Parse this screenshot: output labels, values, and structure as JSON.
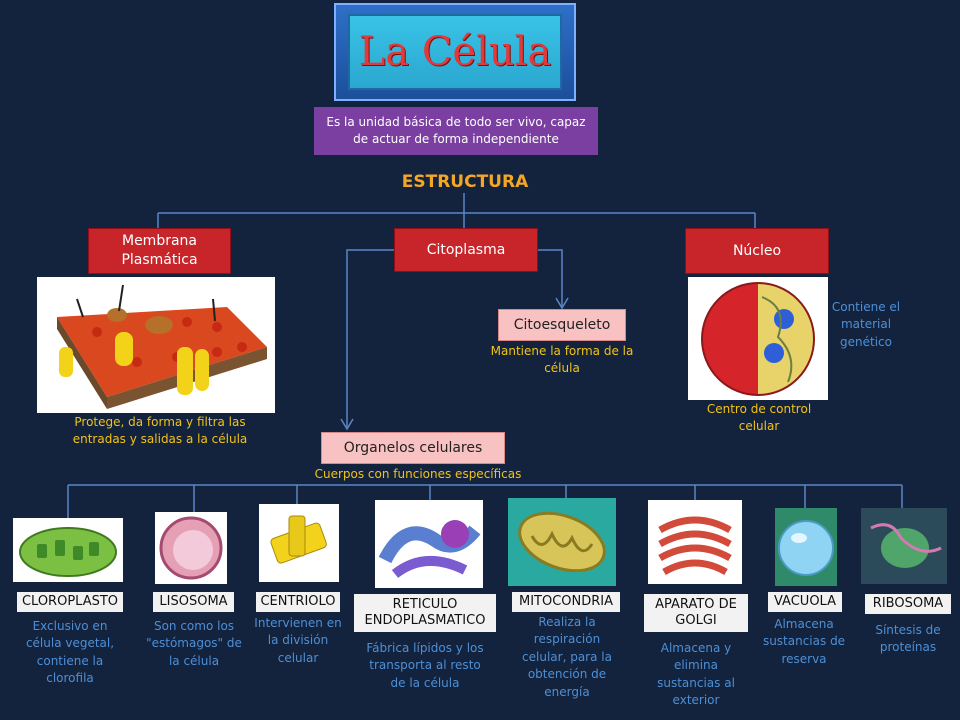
{
  "title": "La Célula",
  "definition": "Es la unidad básica de todo ser vivo, capaz de actuar de forma independiente",
  "estructura": "ESTRUCTURA",
  "membrana": {
    "label": "Membrana Plasmática",
    "description": "Protege, da forma y filtra las entradas y salidas a la célula"
  },
  "citoplasma": {
    "label": "Citoplasma",
    "citoesqueleto": {
      "label": "Citoesqueleto",
      "description": "Mantiene la forma de la célula"
    }
  },
  "nucleo": {
    "label": "Núcleo",
    "side_note": "Contiene el material genético",
    "description": "Centro de control celular"
  },
  "organelos": {
    "label": "Organelos celulares",
    "description": "Cuerpos con funciones específicas",
    "items": [
      {
        "name": "CLOROPLASTO",
        "description": "Exclusivo en célula vegetal, contiene la clorofila"
      },
      {
        "name": "LISOSOMA",
        "description": "Son como los \"estómagos\" de la célula"
      },
      {
        "name": "CENTRIOLO",
        "description": "Intervienen en la división celular"
      },
      {
        "name": "RETICULO ENDOPLASMATICO",
        "description": "Fábrica lípidos y los transporta al resto de la célula"
      },
      {
        "name": "MITOCONDRIA",
        "description": "Realiza la respiración celular, para la obtención de energía"
      },
      {
        "name": "APARATO DE GOLGI",
        "description": "Almacena y elimina sustancias al exterior"
      },
      {
        "name": "VACUOLA",
        "description": "Almacena sustancias de reserva"
      },
      {
        "name": "RIBOSOMA",
        "description": "Síntesis de proteínas"
      }
    ]
  },
  "colors": {
    "background": "#13233d",
    "red_box": "#c8252a",
    "pink_box": "#f8c2c2",
    "yellow_text": "#f2c218",
    "blue_text": "#4d8fd6",
    "connector": "#5b86c6"
  }
}
